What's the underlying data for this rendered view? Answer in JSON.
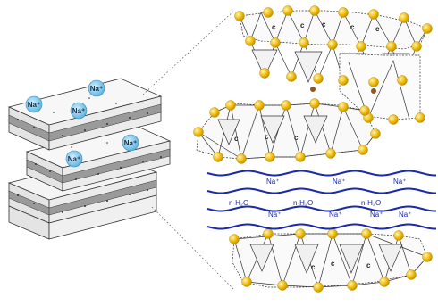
{
  "stack": {
    "ions": [
      {
        "label": "Na⁺"
      },
      {
        "label": "Na⁺"
      },
      {
        "label": "Na⁺"
      },
      {
        "label": "Na⁺"
      },
      {
        "label": "Na⁺"
      }
    ]
  },
  "interlayer": {
    "row1": [
      "Na⁺",
      "Na⁺",
      "Na⁺"
    ],
    "row2": [
      "n-H₂O",
      "n-H₂O",
      "n-H₂O"
    ],
    "row3": [
      "Na⁺",
      "Na⁺",
      "Na⁺",
      "Na⁺"
    ]
  },
  "colors": {
    "oxygen": "#f2c21a",
    "wave": "#1b2aa8",
    "ion": "#7fc8ea",
    "slab_top": "#f4f4f4",
    "slab_band": "#9a9a9a"
  }
}
